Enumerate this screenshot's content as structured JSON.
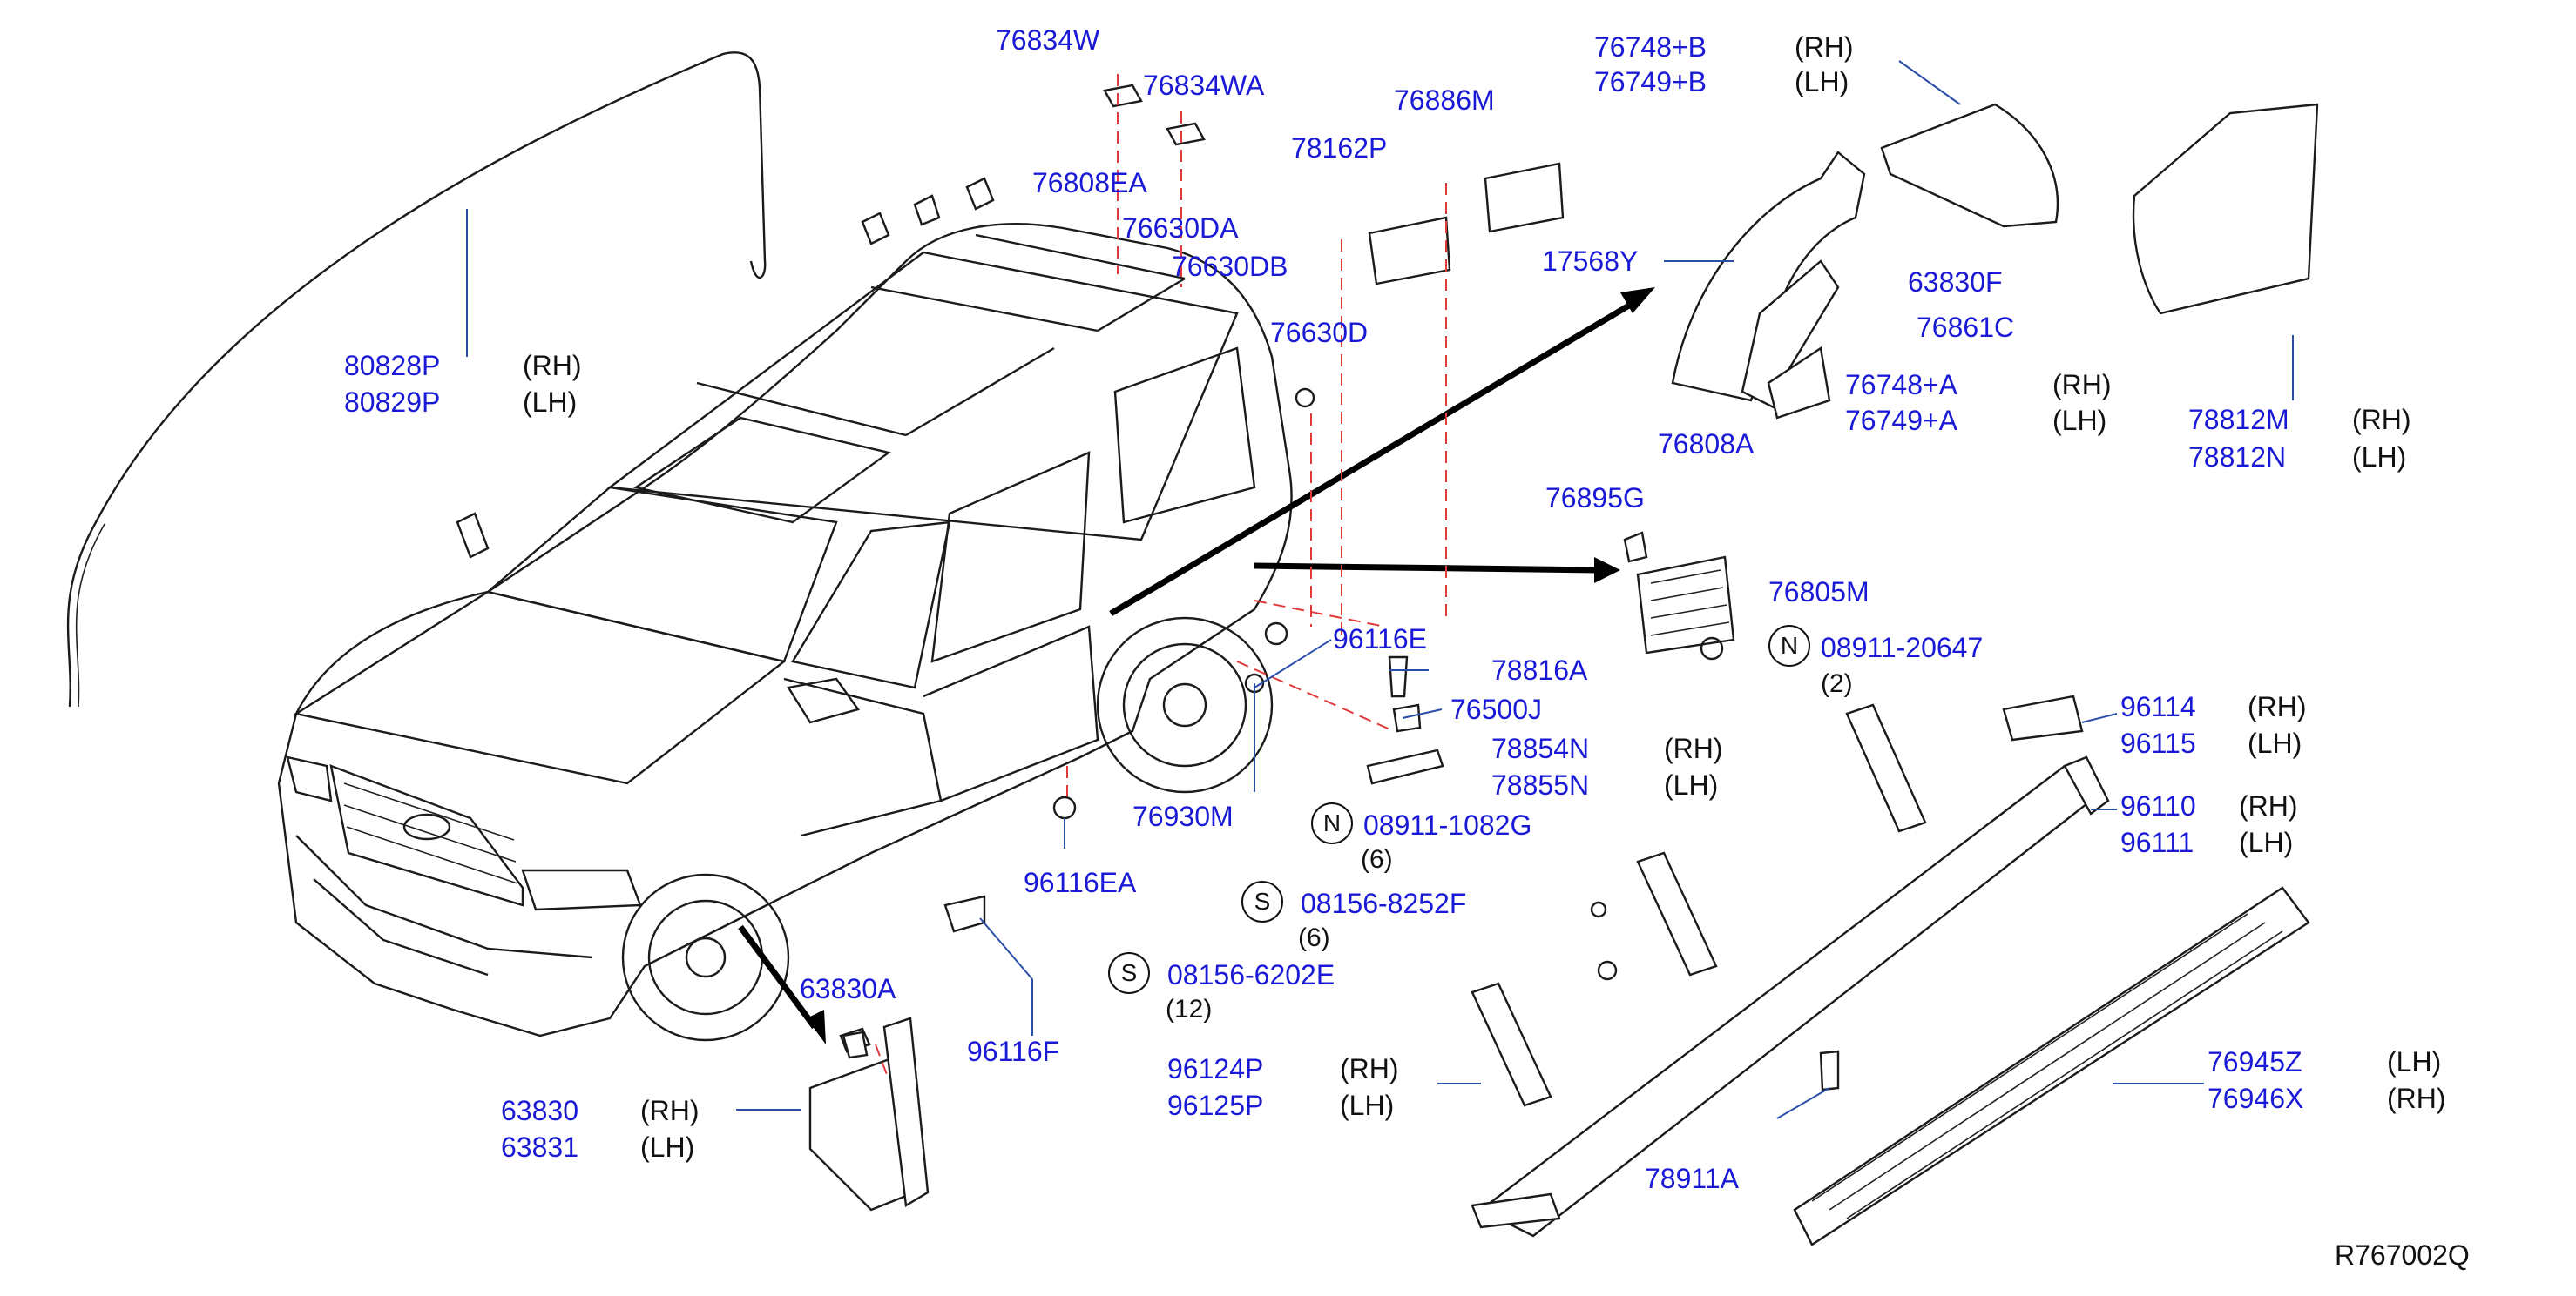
{
  "diagram_ref": "R767002Q",
  "parts": [
    {
      "no": "80828P",
      "side": "(RH)"
    },
    {
      "no": "80829P",
      "side": "(LH)"
    },
    {
      "no": "76834W"
    },
    {
      "no": "76834WA"
    },
    {
      "no": "76808EA"
    },
    {
      "no": "76630DA"
    },
    {
      "no": "76630DB"
    },
    {
      "no": "76630D"
    },
    {
      "no": "78162P"
    },
    {
      "no": "76886M"
    },
    {
      "no": "76748+B",
      "side": "(RH)"
    },
    {
      "no": "76749+B",
      "side": "(LH)"
    },
    {
      "no": "17568Y"
    },
    {
      "no": "63830F"
    },
    {
      "no": "76861C"
    },
    {
      "no": "76748+A",
      "side": "(RH)"
    },
    {
      "no": "76749+A",
      "side": "(LH)"
    },
    {
      "no": "76808A"
    },
    {
      "no": "78812M",
      "side": "(RH)"
    },
    {
      "no": "78812N",
      "side": "(LH)"
    },
    {
      "no": "76895G"
    },
    {
      "no": "76805M"
    },
    {
      "no": "08911-20647",
      "badge": "N",
      "qty": "(2)"
    },
    {
      "no": "96116E"
    },
    {
      "no": "78816A"
    },
    {
      "no": "76500J"
    },
    {
      "no": "78854N",
      "side": "(RH)"
    },
    {
      "no": "78855N",
      "side": "(LH)"
    },
    {
      "no": "08911-1082G",
      "badge": "N",
      "qty": "(6)"
    },
    {
      "no": "76930M"
    },
    {
      "no": "96116EA"
    },
    {
      "no": "08156-8252F",
      "badge": "S",
      "qty": "(6)"
    },
    {
      "no": "08156-6202E",
      "badge": "S",
      "qty": "(12)"
    },
    {
      "no": "96116F"
    },
    {
      "no": "63830A"
    },
    {
      "no": "63830",
      "side": "(RH)"
    },
    {
      "no": "63831",
      "side": "(LH)"
    },
    {
      "no": "96114",
      "side": "(RH)"
    },
    {
      "no": "96115",
      "side": "(LH)"
    },
    {
      "no": "96110",
      "side": "(RH)"
    },
    {
      "no": "96111",
      "side": "(LH)"
    },
    {
      "no": "96124P",
      "side": "(RH)"
    },
    {
      "no": "96125P",
      "side": "(LH)"
    },
    {
      "no": "76945Z",
      "side": "(LH)"
    },
    {
      "no": "76946X",
      "side": "(RH)"
    },
    {
      "no": "78911A"
    }
  ],
  "colors": {
    "part_number": "#1a1ad6",
    "leader": "#2a4fa8",
    "dashed_guide": "#e03a3a",
    "line_art": "#1b1b1b"
  }
}
